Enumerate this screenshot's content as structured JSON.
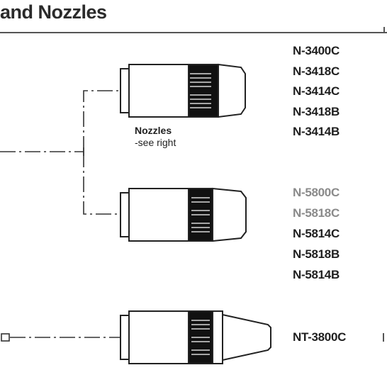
{
  "title": "and Nozzles",
  "nozzle_groups": [
    {
      "part_numbers": [
        "N-3400C",
        "N-3418C",
        "N-3414C",
        "N-3418B",
        "N-3414B"
      ]
    },
    {
      "part_numbers": [
        "N-5800C",
        "N-5818C",
        "N-5814C",
        "N-5818B",
        "N-5814B"
      ]
    },
    {
      "part_numbers": [
        "NT-3800C"
      ]
    }
  ],
  "nozzle_note": {
    "heading": "Nozzles",
    "detail": "-see right"
  },
  "colors": {
    "ink": "#1f1f1f",
    "rule": "#555555"
  }
}
